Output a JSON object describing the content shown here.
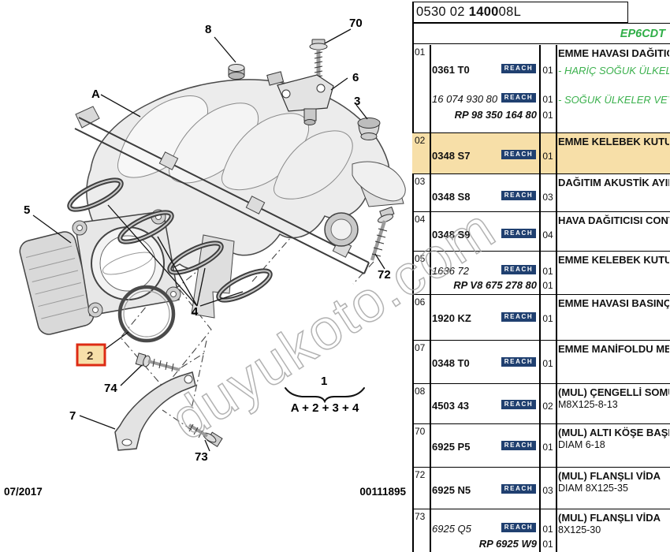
{
  "header": {
    "code_left": "0530 02",
    "code_bold": "1400",
    "code_right": "08L",
    "engine": "EP6CDT"
  },
  "footer": {
    "date": "07/2017",
    "number": "00111895"
  },
  "watermark": "duyukoto.com",
  "diagram": {
    "labels": {
      "A": "A",
      "8": "8",
      "70": "70",
      "6": "6",
      "3": "3",
      "5": "5",
      "4": "4",
      "72": "72",
      "2": "2",
      "74": "74",
      "7": "7",
      "73": "73",
      "1": "1",
      "formula": "A + 2 + 3 + 4"
    }
  },
  "table": {
    "reach": "REACH",
    "rows": [
      {
        "id": "01",
        "desc1": "EMME HAVASI DAĞITICISI",
        "green1": "- HARİÇ SOĞUK ÜLKELER",
        "green2": "- SOĞUK ÜLKELER VEYA",
        "part1": "0361 T0",
        "qty1": "01",
        "part2": "16 074 930 80",
        "qty2": "01",
        "rp": "RP 98 350 164 80",
        "rp_qty": "01"
      },
      {
        "id": "02",
        "part": "0348 S7",
        "qty": "01",
        "desc1": "EMME KELEBEK KUTUSU"
      },
      {
        "id": "03",
        "part": "0348 S8",
        "qty": "03",
        "desc1": "DAĞITIM AKUSTİK AYIRICI"
      },
      {
        "id": "04",
        "part": "0348 S9",
        "qty": "04",
        "desc1": "HAVA DAĞITICISI CONTASI"
      },
      {
        "id": "05",
        "part": "1636 72",
        "qty": "01",
        "rp": "RP V8 675 278 80",
        "rp_qty": "01",
        "desc1": "EMME KELEBEK KUTUSU"
      },
      {
        "id": "06",
        "part": "1920 KZ",
        "qty": "01",
        "desc1": "EMME HAVASI BASINÇ SENSÖRÜ"
      },
      {
        "id": "07",
        "part": "0348 T0",
        "qty": "01",
        "desc1": "EMME MANİFOLDU MESNEDİ"
      },
      {
        "id": "08",
        "part": "4503 43",
        "qty": "02",
        "desc1": "(MUL) ÇENGELLİ SOMUN",
        "desc2": "M8X125-8-13"
      },
      {
        "id": "70",
        "part": "6925 P5",
        "qty": "01",
        "desc1": "(MUL) ALTI KÖŞE BAŞLI",
        "desc2": "DIAM 6-18"
      },
      {
        "id": "72",
        "part": "6925 N5",
        "qty": "03",
        "desc1": "(MUL) FLANŞLI VİDA",
        "desc2": "DIAM 8X125-35"
      },
      {
        "id": "73",
        "part": "6925 Q5",
        "qty": "01",
        "rp": "RP 6925 W9",
        "rp_qty": "01",
        "desc1": "(MUL) FLANŞLI VİDA",
        "desc2": "8X125-30"
      }
    ]
  }
}
